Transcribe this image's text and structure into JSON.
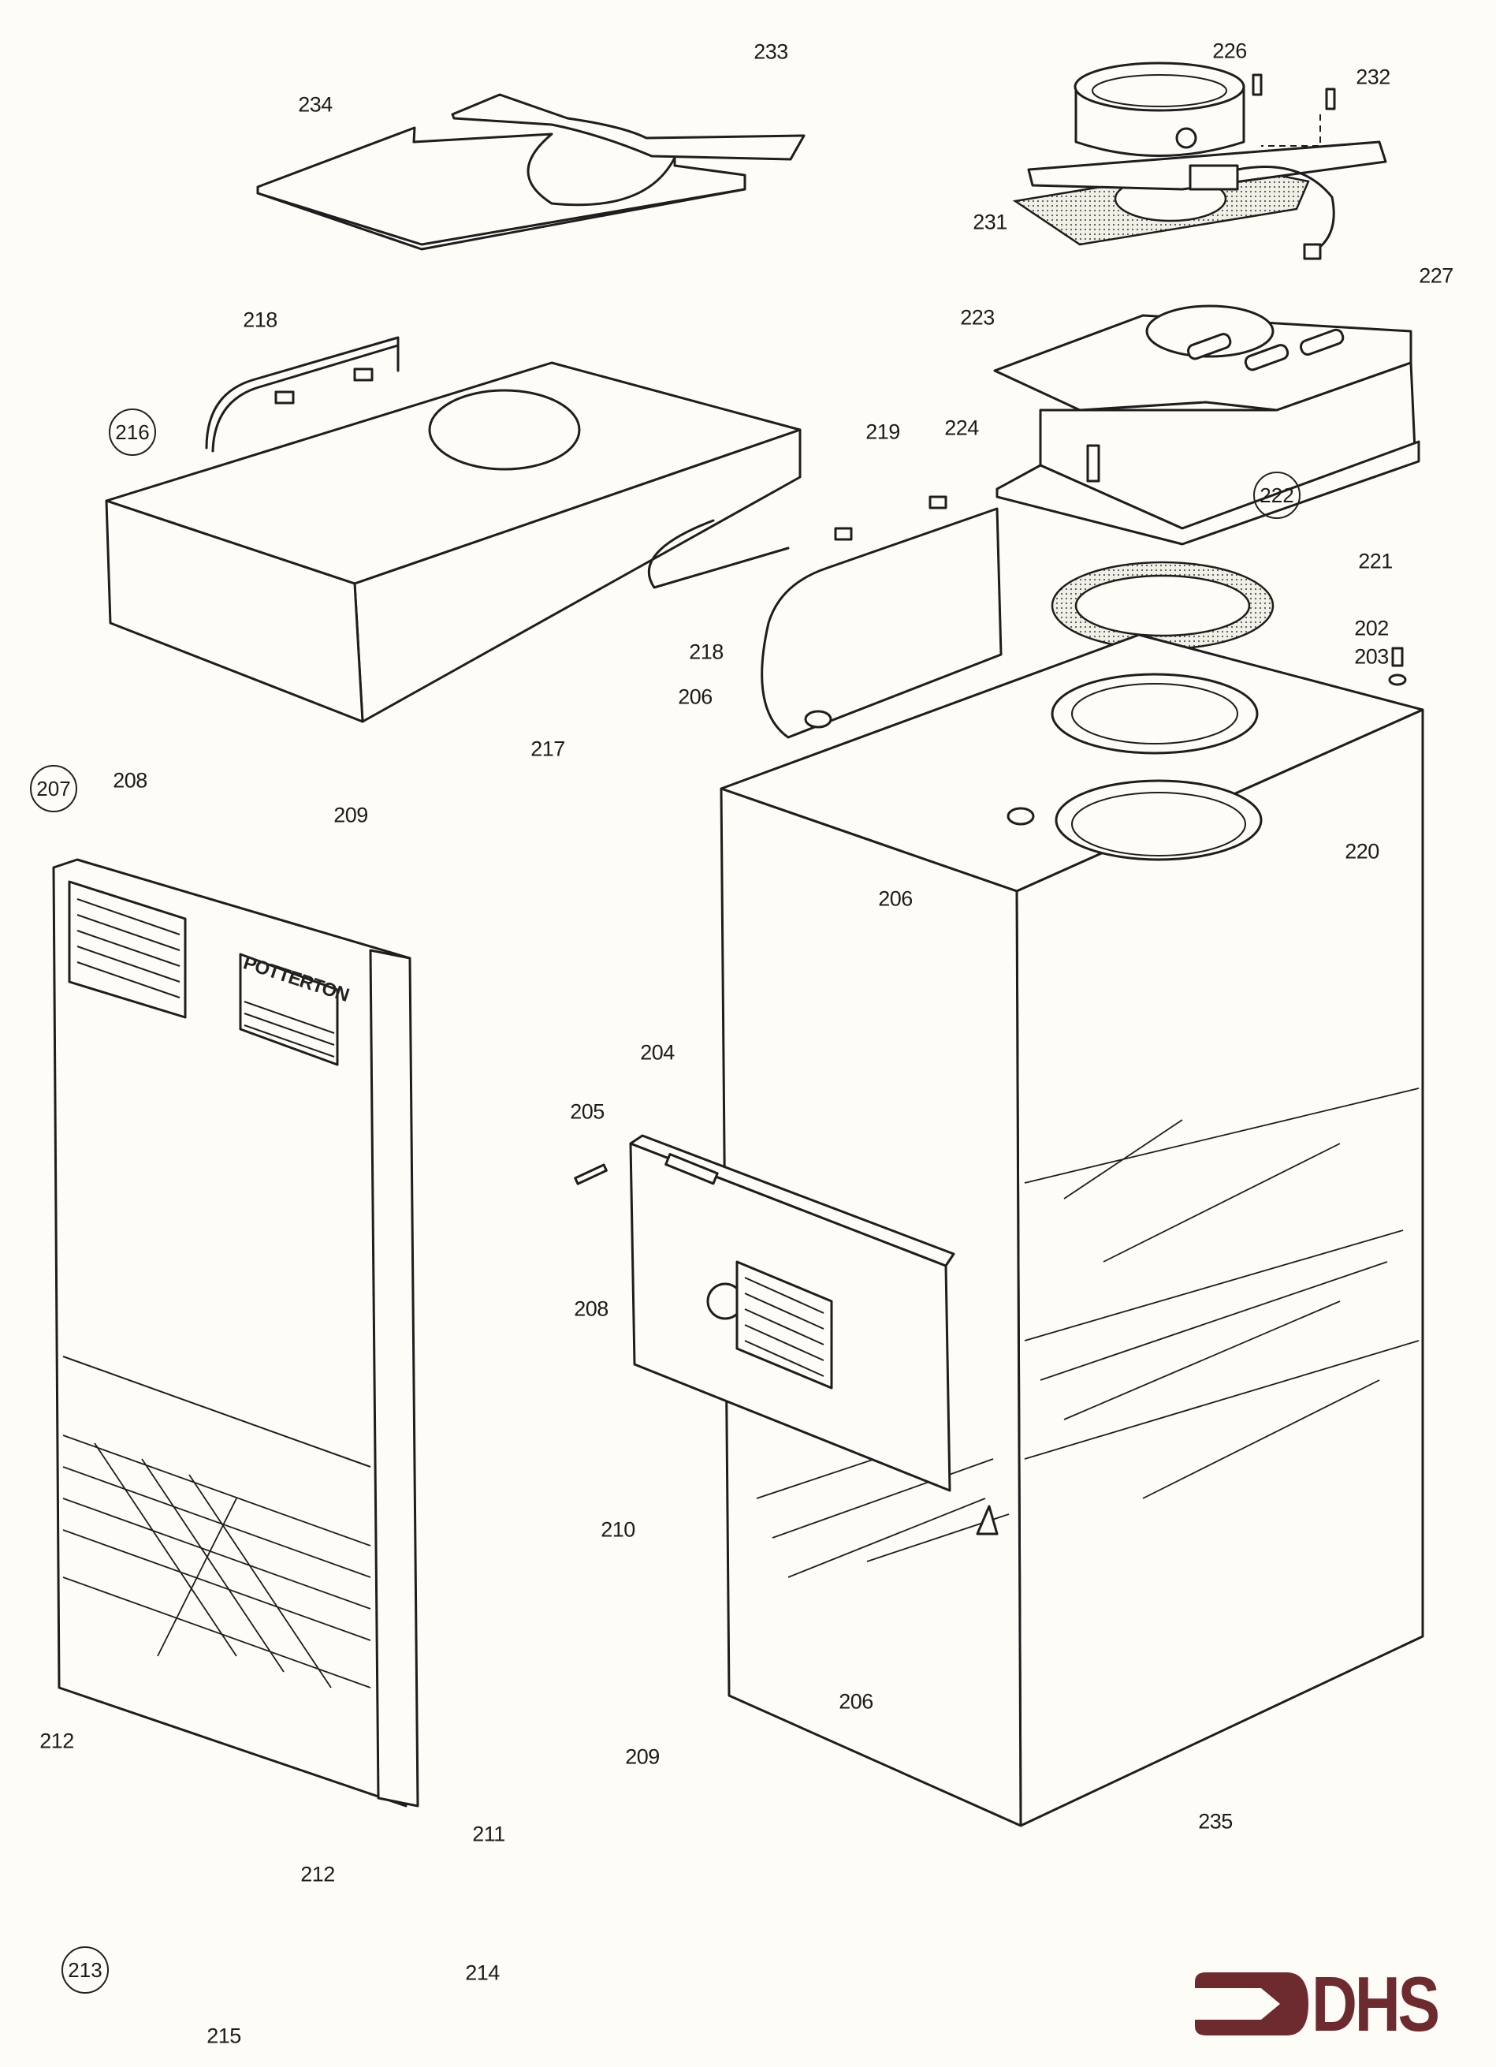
{
  "diagram": {
    "type": "exploded-parts-diagram",
    "subject": "Boiler casing assembly",
    "brand_plate_text": "POTTERTON",
    "logo": {
      "text": "DHS",
      "color": "#6e2b2f"
    },
    "parts": [
      {
        "id": "p202",
        "number": "202"
      },
      {
        "id": "p203",
        "number": "203"
      },
      {
        "id": "p204",
        "number": "204"
      },
      {
        "id": "p205",
        "number": "205"
      },
      {
        "id": "p206a",
        "number": "206"
      },
      {
        "id": "p206b",
        "number": "206"
      },
      {
        "id": "p206c",
        "number": "206"
      },
      {
        "id": "p207",
        "number": "207",
        "assembly": true
      },
      {
        "id": "p208a",
        "number": "208"
      },
      {
        "id": "p208b",
        "number": "208"
      },
      {
        "id": "p209a",
        "number": "209"
      },
      {
        "id": "p209b",
        "number": "209"
      },
      {
        "id": "p210",
        "number": "210"
      },
      {
        "id": "p211",
        "number": "211"
      },
      {
        "id": "p212a",
        "number": "212"
      },
      {
        "id": "p212b",
        "number": "212"
      },
      {
        "id": "p213",
        "number": "213",
        "assembly": true
      },
      {
        "id": "p214",
        "number": "214"
      },
      {
        "id": "p215",
        "number": "215"
      },
      {
        "id": "p216",
        "number": "216",
        "assembly": true
      },
      {
        "id": "p217",
        "number": "217"
      },
      {
        "id": "p218a",
        "number": "218"
      },
      {
        "id": "p218b",
        "number": "218"
      },
      {
        "id": "p219",
        "number": "219"
      },
      {
        "id": "p220",
        "number": "220"
      },
      {
        "id": "p221",
        "number": "221"
      },
      {
        "id": "p222",
        "number": "222",
        "assembly": true
      },
      {
        "id": "p223",
        "number": "223"
      },
      {
        "id": "p224",
        "number": "224"
      },
      {
        "id": "p226",
        "number": "226"
      },
      {
        "id": "p227",
        "number": "227"
      },
      {
        "id": "p231",
        "number": "231"
      },
      {
        "id": "p232",
        "number": "232"
      },
      {
        "id": "p233",
        "number": "233"
      },
      {
        "id": "p234",
        "number": "234"
      },
      {
        "id": "p235",
        "number": "235"
      }
    ]
  }
}
